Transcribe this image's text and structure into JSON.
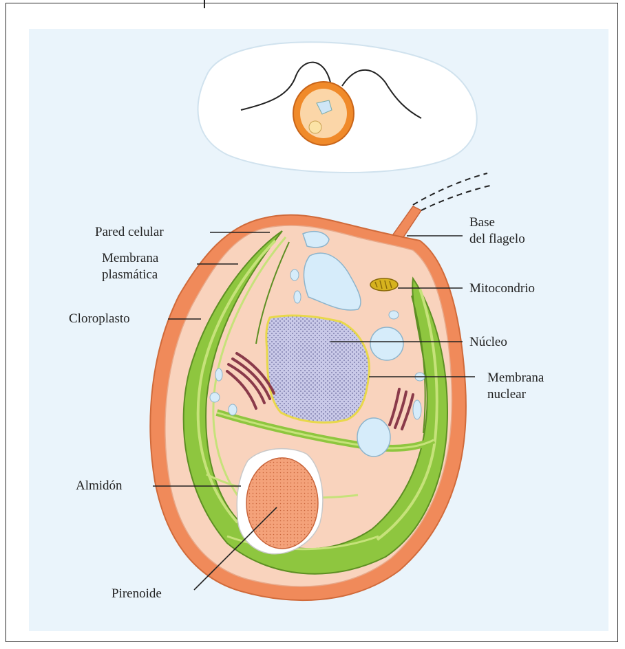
{
  "labels": {
    "pared_celular": "Pared celular",
    "membrana_plasmatica_1": "Membrana",
    "membrana_plasmatica_2": "plasmática",
    "cloroplasto": "Cloroplasto",
    "almidon": "Almidón",
    "pirenoide": "Pirenoide",
    "base_flagelo_1": "Base",
    "base_flagelo_2": "del flagelo",
    "mitocondrio": "Mitocondrio",
    "nucleo": "Núcleo",
    "membrana_nuclear_1": "Membrana",
    "membrana_nuclear_2": "nuclear"
  },
  "colors": {
    "panel_background": "#eaf4fb",
    "cell_wall": "#f08a5a",
    "cytoplasm": "#f9d3bd",
    "chloroplast": "#8ec63f",
    "chloroplast_light": "#c6e27a",
    "nucleus": "#c9c9e8",
    "nuclear_membrane": "#e8d84a",
    "vacuole": "#d6ecfa",
    "pyrenoid": "#f4a27a",
    "starch": "#ffffff",
    "golgi": "#8a3a4a",
    "mitochondrion": "#d6b21e",
    "leader_line": "#222222"
  }
}
